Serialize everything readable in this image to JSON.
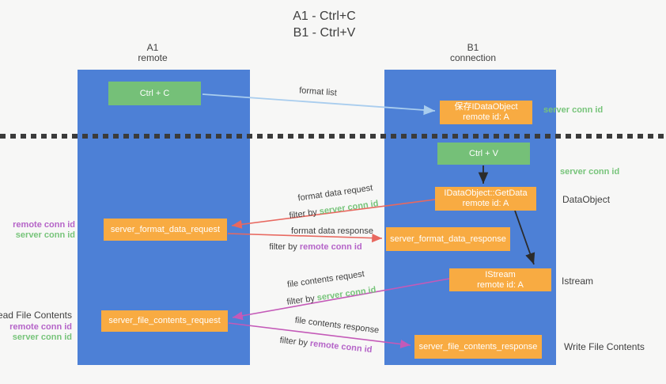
{
  "title": {
    "line1": "A1 - Ctrl+C",
    "line2": "B1 - Ctrl+V"
  },
  "headers": {
    "left_top": "A1",
    "left_bottom": "remote",
    "right_top": "B1",
    "right_bottom": "connection"
  },
  "boxes": {
    "ctrl_c": "Ctrl + C",
    "ctrl_v": "Ctrl + V",
    "save_line1": "保存IDataObject",
    "save_line2": "remote id: A",
    "getdata_line1": "IDataObject::GetData",
    "getdata_line2": "remote id: A",
    "istream_line1": "IStream",
    "istream_line2": "remote id: A",
    "format_request": "server_format_data_request",
    "format_response": "server_format_data_response",
    "file_request": "server_file_contents_request",
    "file_response": "server_file_contents_response"
  },
  "arrows": {
    "format_list": "format list",
    "format_data_request": "format data request",
    "format_data_response": "format data response",
    "file_contents_request": "file contents request",
    "file_contents_response": "file contents response"
  },
  "shared": {
    "filter_by": "filter by",
    "server_conn_id": "server conn id",
    "remote_conn_id": "remote conn id"
  },
  "side": {
    "dataobject": "DataObject",
    "istream": "Istream",
    "write_file_contents": "Write File Contents",
    "read_file_contents": "Read File Contents"
  },
  "colors": {
    "background": "#f7f7f6",
    "column_blue": "#4d80d6",
    "green_box": "#75c078",
    "orange_box": "#f8ab42",
    "box_text": "#ffffff",
    "dark_text": "#3f3f3f",
    "green_text": "#77c47a",
    "purple_text": "#b564c8",
    "arrow_blue": "#a9cdee",
    "arrow_red": "#e8685f",
    "arrow_magenta": "#c45ab8",
    "arrow_black": "#2b2b2b",
    "divider": "#3b3b3b"
  }
}
